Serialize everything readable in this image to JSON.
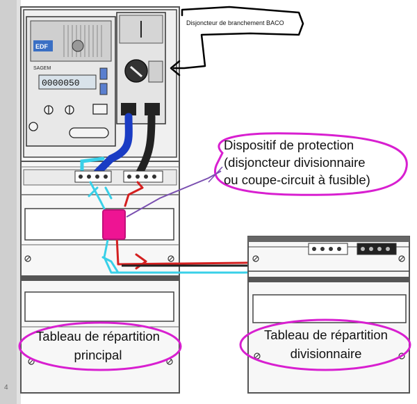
{
  "labels": {
    "baco": "Disjoncteur de branchement BACO",
    "protection_line1": "Dispositif de protection",
    "protection_line2": "(disjoncteur divisionnaire",
    "protection_line3": "ou coupe-circuit à fusible)",
    "main_panel_line1": "Tableau de répartition",
    "main_panel_line2": "principal",
    "div_panel_line1": "Tableau de répartition",
    "div_panel_line2": "divisionnaire"
  },
  "meter": {
    "brand": "EDF",
    "maker": "SAGEM",
    "display": "0000050"
  },
  "colors": {
    "highlight": "#d81fd0",
    "phase_wire": "#d42020",
    "neutral_wire": "#39d0e8",
    "blue_cable": "#1a3cc4",
    "black_cable": "#222222",
    "protection_device": "#ee1493",
    "panel_line": "#555555"
  },
  "page_number": "4"
}
